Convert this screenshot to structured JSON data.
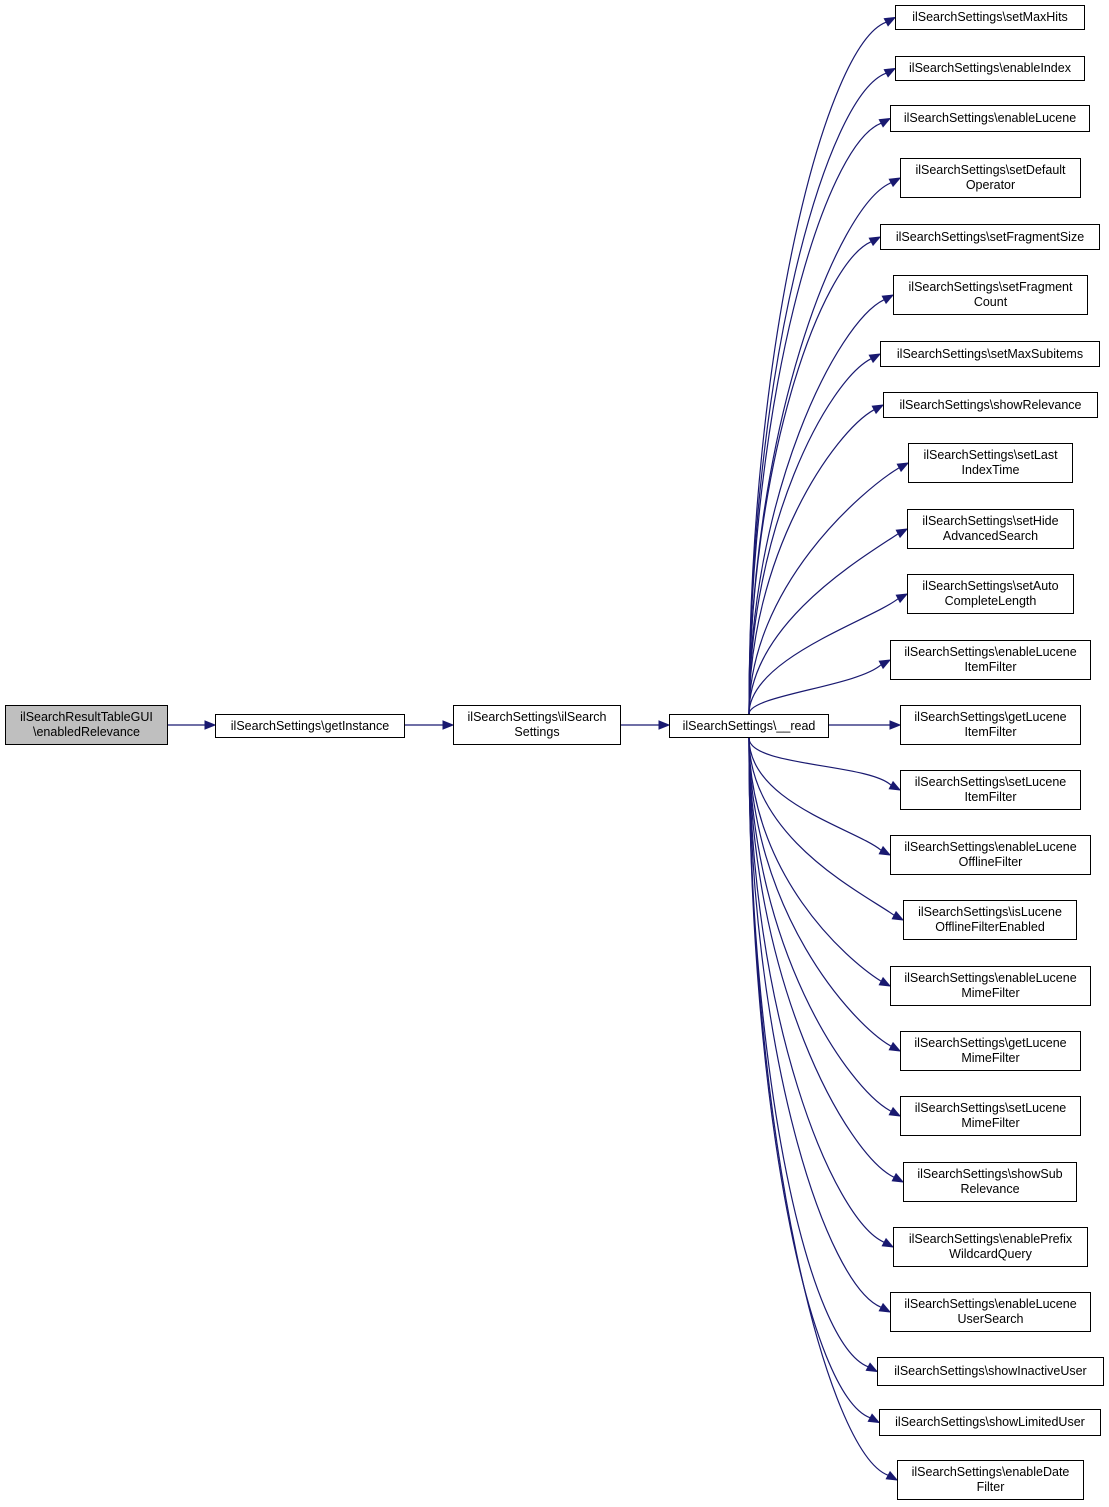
{
  "colors": {
    "edge": "#191970",
    "root_fill": "#bfbfbf",
    "node_fill": "#ffffff",
    "border": "#000000"
  },
  "nodes": {
    "root": {
      "lines": [
        "ilSearchResultTableGUI",
        "\\enabledRelevance"
      ]
    },
    "getInstance": {
      "lines": [
        "ilSearchSettings\\getInstance"
      ]
    },
    "ctor": {
      "lines": [
        "ilSearchSettings\\ilSearch",
        "Settings"
      ]
    },
    "read": {
      "lines": [
        "ilSearchSettings\\__read"
      ]
    },
    "callees": [
      {
        "lines": [
          "ilSearchSettings\\setMaxHits"
        ]
      },
      {
        "lines": [
          "ilSearchSettings\\enableIndex"
        ]
      },
      {
        "lines": [
          "ilSearchSettings\\enableLucene"
        ]
      },
      {
        "lines": [
          "ilSearchSettings\\setDefault",
          "Operator"
        ]
      },
      {
        "lines": [
          "ilSearchSettings\\setFragmentSize"
        ]
      },
      {
        "lines": [
          "ilSearchSettings\\setFragment",
          "Count"
        ]
      },
      {
        "lines": [
          "ilSearchSettings\\setMaxSubitems"
        ]
      },
      {
        "lines": [
          "ilSearchSettings\\showRelevance"
        ]
      },
      {
        "lines": [
          "ilSearchSettings\\setLast",
          "IndexTime"
        ]
      },
      {
        "lines": [
          "ilSearchSettings\\setHide",
          "AdvancedSearch"
        ]
      },
      {
        "lines": [
          "ilSearchSettings\\setAuto",
          "CompleteLength"
        ]
      },
      {
        "lines": [
          "ilSearchSettings\\enableLucene",
          "ItemFilter"
        ]
      },
      {
        "lines": [
          "ilSearchSettings\\getLucene",
          "ItemFilter"
        ]
      },
      {
        "lines": [
          "ilSearchSettings\\setLucene",
          "ItemFilter"
        ]
      },
      {
        "lines": [
          "ilSearchSettings\\enableLucene",
          "OfflineFilter"
        ]
      },
      {
        "lines": [
          "ilSearchSettings\\isLucene",
          "OfflineFilterEnabled"
        ]
      },
      {
        "lines": [
          "ilSearchSettings\\enableLucene",
          "MimeFilter"
        ]
      },
      {
        "lines": [
          "ilSearchSettings\\getLucene",
          "MimeFilter"
        ]
      },
      {
        "lines": [
          "ilSearchSettings\\setLucene",
          "MimeFilter"
        ]
      },
      {
        "lines": [
          "ilSearchSettings\\showSub",
          "Relevance"
        ]
      },
      {
        "lines": [
          "ilSearchSettings\\enablePrefix",
          "WildcardQuery"
        ]
      },
      {
        "lines": [
          "ilSearchSettings\\enableLucene",
          "UserSearch"
        ]
      },
      {
        "lines": [
          "ilSearchSettings\\showInactiveUser"
        ]
      },
      {
        "lines": [
          "ilSearchSettings\\showLimitedUser"
        ]
      },
      {
        "lines": [
          "ilSearchSettings\\enableDate",
          "Filter"
        ]
      }
    ]
  }
}
